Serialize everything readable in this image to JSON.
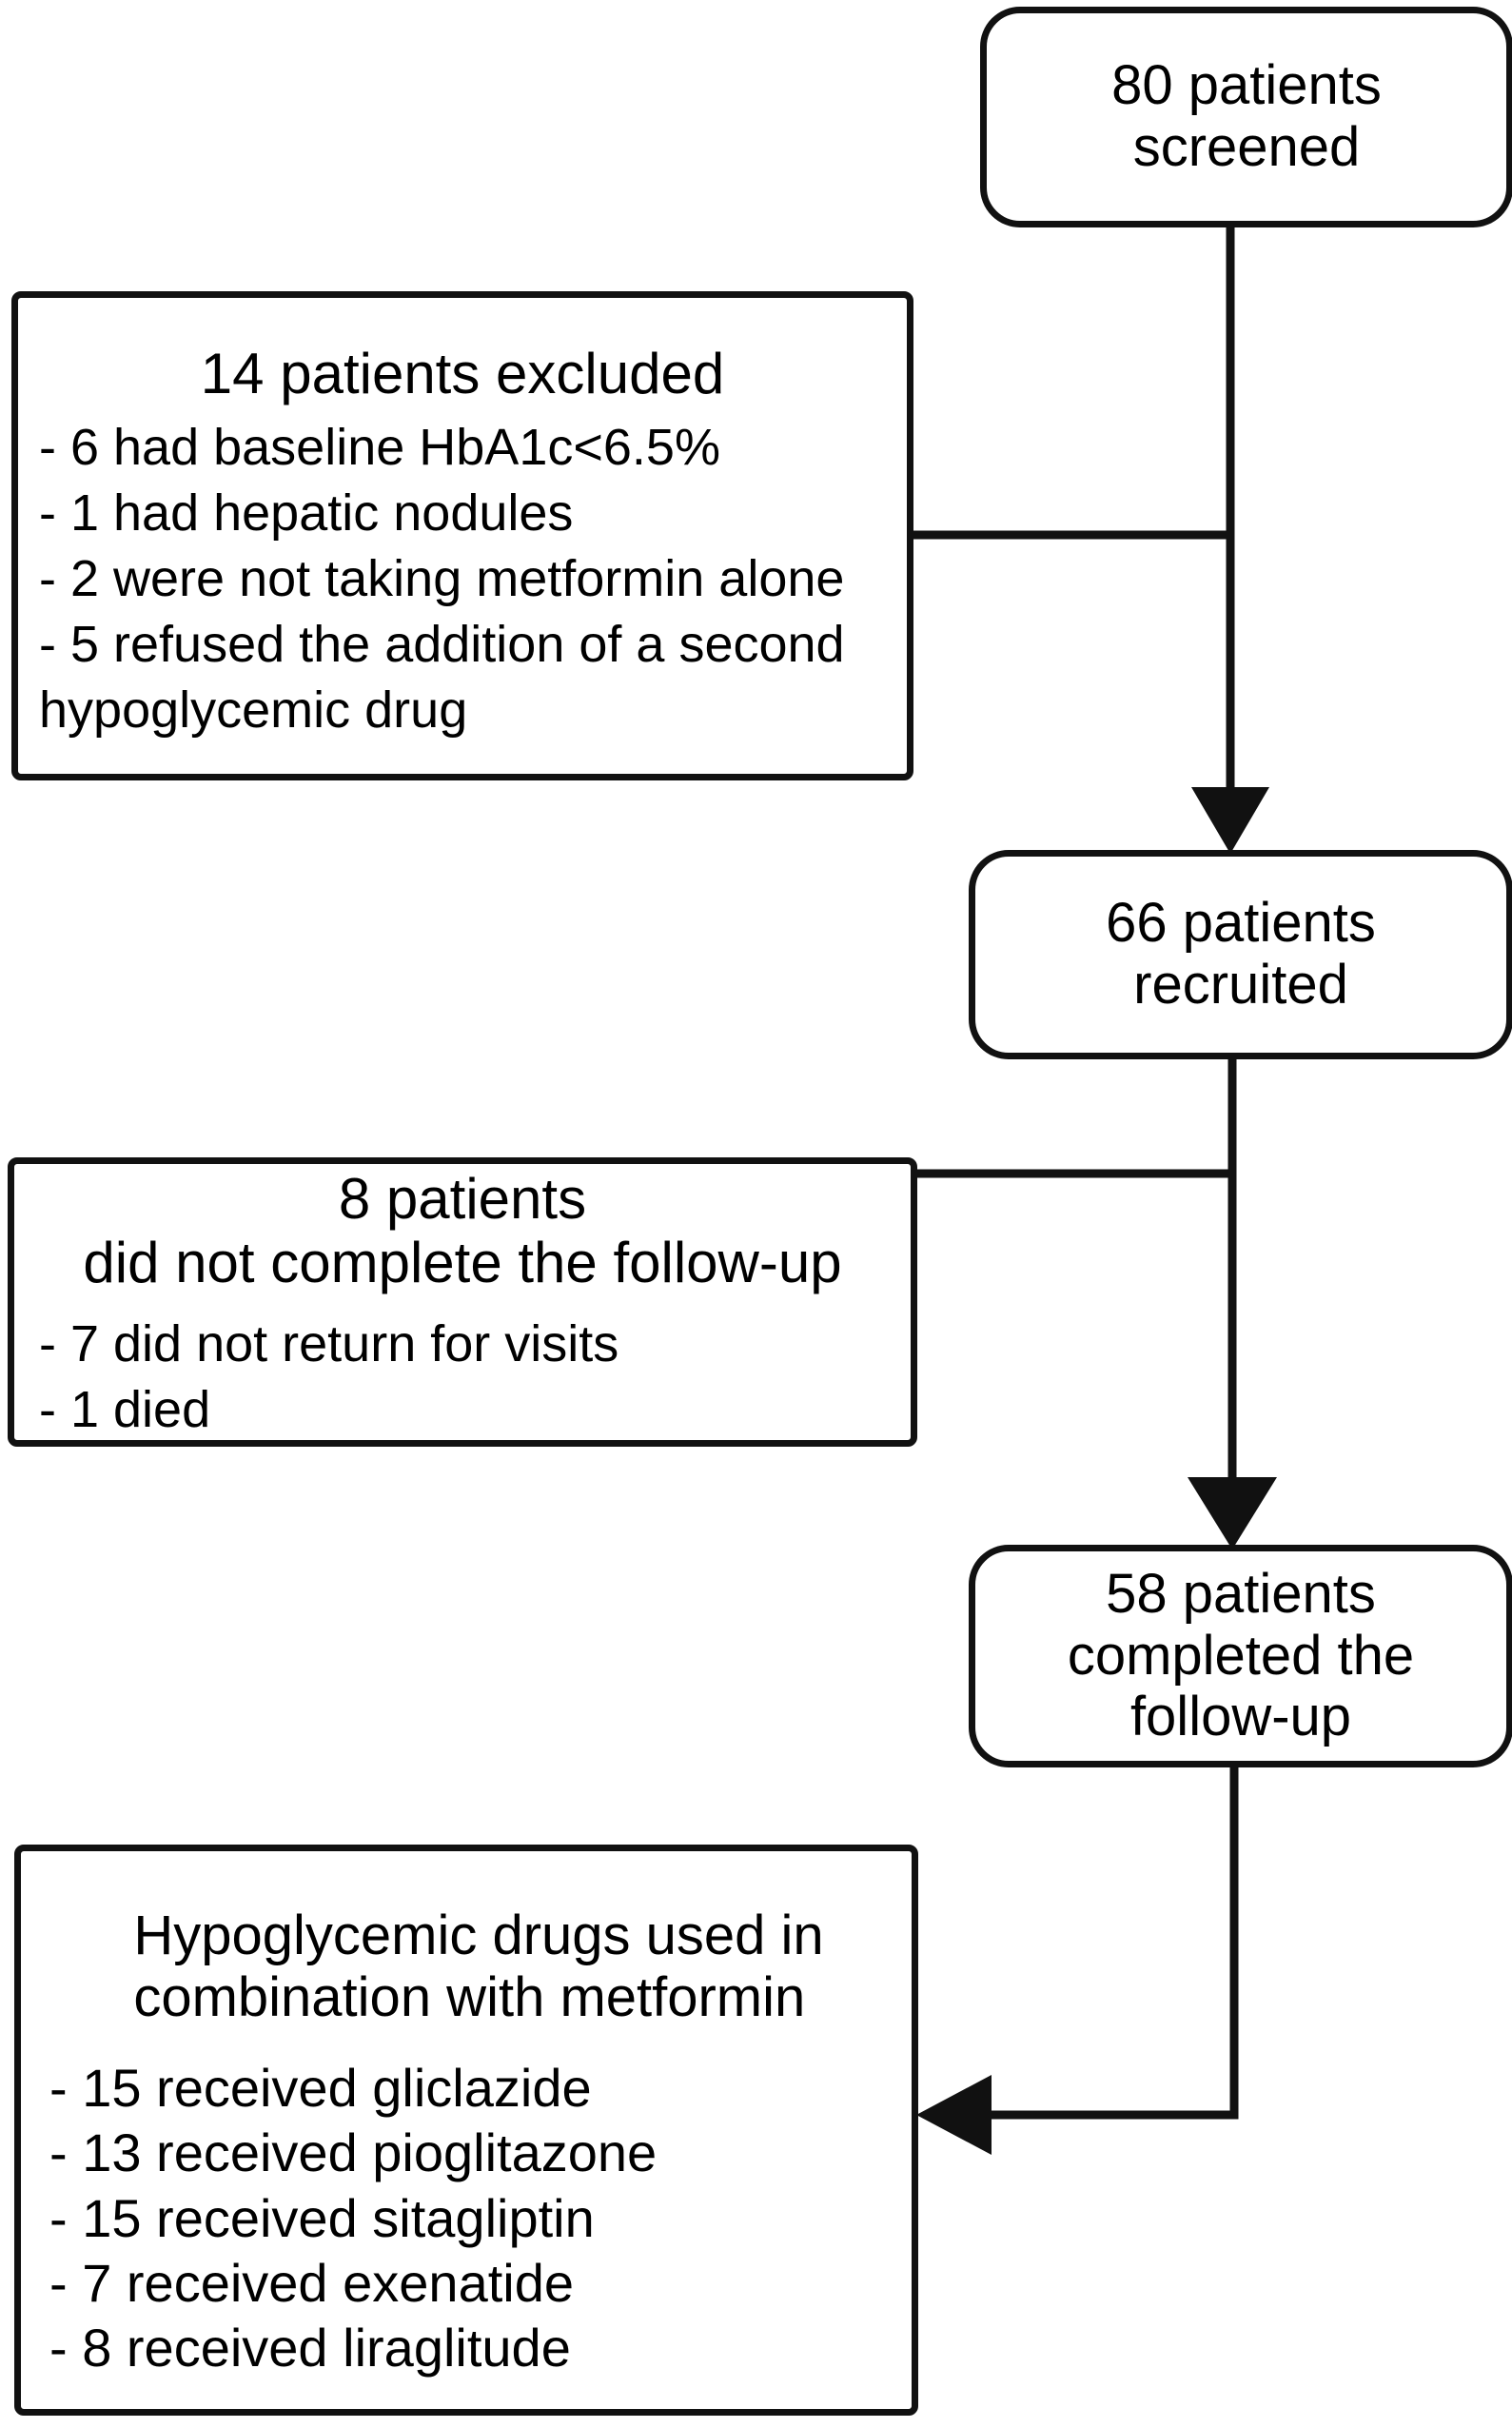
{
  "diagram": {
    "type": "flowchart",
    "title": "Patient enrollment flow diagram",
    "colors": {
      "stroke": "#111111",
      "background": "#ffffff",
      "text": "#000000"
    },
    "nodes": {
      "screened": {
        "title": "80 patients\nscreened",
        "shape": "rounded-rectangle"
      },
      "excluded": {
        "title": "14 patients excluded",
        "shape": "rectangle",
        "bullets": [
          "- 6 had baseline HbA1c<6.5%",
          "- 1 had hepatic nodules",
          "- 2 were not taking metformin alone",
          "- 5 refused the addition of a second"
        ],
        "wrap_tail": "hypoglycemic drug"
      },
      "recruited": {
        "title": "66 patients\nrecruited",
        "shape": "rounded-rectangle"
      },
      "dropout": {
        "title": "8 patients\ndid not complete the follow-up",
        "shape": "rectangle",
        "bullets": [
          "- 7 did not return for visits",
          "- 1 died"
        ]
      },
      "completed": {
        "title": "58 patients\ncompleted the\nfollow-up",
        "shape": "rounded-rectangle"
      },
      "drugs": {
        "title": "Hypoglycemic drugs used in\ncombination with metformin",
        "shape": "rectangle",
        "bullets": [
          "- 15 received gliclazide",
          "- 13 received pioglitazone",
          "- 15 received sitagliptin",
          "- 7 received exenatide",
          "- 8 received liraglitude"
        ]
      }
    },
    "edges": [
      {
        "from": "screened",
        "to": "recruited",
        "style": "arrow-down"
      },
      {
        "from": "screened",
        "to": "excluded",
        "style": "branch-left"
      },
      {
        "from": "recruited",
        "to": "completed",
        "style": "arrow-down"
      },
      {
        "from": "recruited",
        "to": "dropout",
        "style": "branch-left"
      },
      {
        "from": "completed",
        "to": "drugs",
        "style": "elbow-arrow-left"
      }
    ]
  }
}
